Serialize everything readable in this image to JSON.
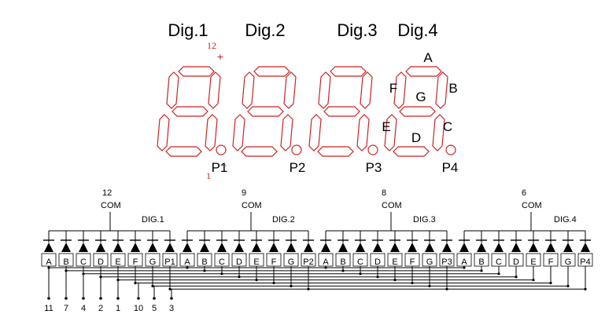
{
  "digit_titles": [
    "Dig.1",
    "Dig.2",
    "Dig.3",
    "Dig.4"
  ],
  "dp_labels": [
    "P1",
    "P2",
    "P3",
    "P4"
  ],
  "segment_letters": [
    "A",
    "B",
    "C",
    "D",
    "E",
    "F",
    "G"
  ],
  "plus_pin": "12",
  "plus_sign": "+",
  "minus_pin": "1",
  "minus_sign": "−",
  "com_text": "COM",
  "com_pins": [
    "12",
    "9",
    "8",
    "6"
  ],
  "group_labels": [
    "DIG.1",
    "DIG.2",
    "DIG.3",
    "DIG.4"
  ],
  "diode_labels": [
    "A",
    "B",
    "C",
    "D",
    "E",
    "F",
    "G",
    "P1",
    "A",
    "B",
    "C",
    "D",
    "E",
    "F",
    "G",
    "P2",
    "A",
    "B",
    "C",
    "D",
    "E",
    "F",
    "G",
    "P3",
    "A",
    "B",
    "C",
    "D",
    "E",
    "F",
    "G",
    "P4"
  ],
  "bottom_pins": [
    "11",
    "7",
    "4",
    "2",
    "1",
    "10",
    "5",
    "3"
  ],
  "colors": {
    "segment": "#cc2222",
    "wire": "#000000"
  }
}
